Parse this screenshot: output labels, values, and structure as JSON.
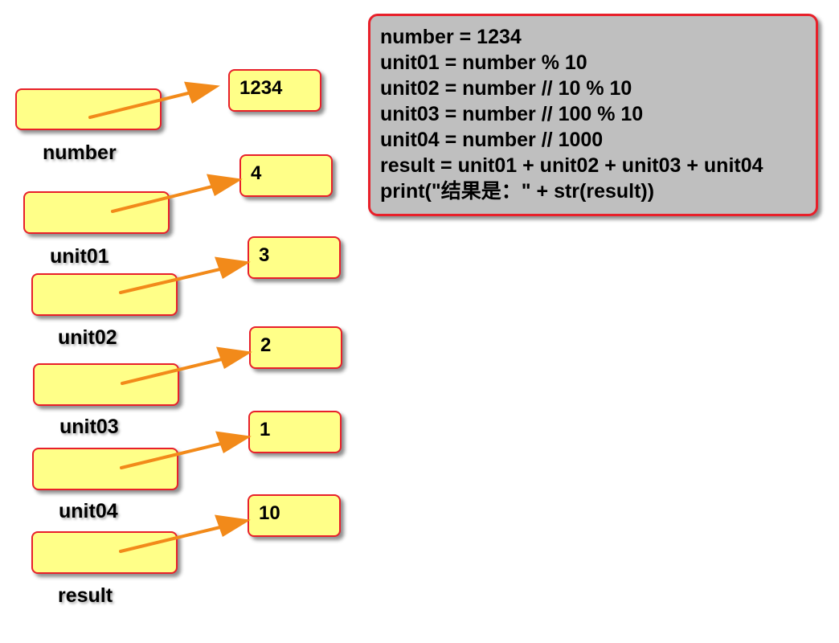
{
  "variables": [
    {
      "name": "number",
      "value": "1234"
    },
    {
      "name": "unit01",
      "value": "4"
    },
    {
      "name": "unit02",
      "value": "3"
    },
    {
      "name": "unit03",
      "value": "2"
    },
    {
      "name": "unit04",
      "value": "1"
    },
    {
      "name": "result",
      "value": "10"
    }
  ],
  "code": {
    "lines": [
      "number = 1234",
      "unit01 = number % 10",
      "unit02 = number // 10 % 10",
      "unit03 = number // 100 % 10",
      "unit04 = number // 1000",
      "result = unit01 + unit02 + unit03 + unit04",
      "print(\"结果是：\" + str(result))"
    ]
  },
  "colors": {
    "box_fill": "#ffff88",
    "box_border": "#e8202a",
    "code_fill": "#bfbfbf",
    "arrow": "#f28a1a"
  }
}
